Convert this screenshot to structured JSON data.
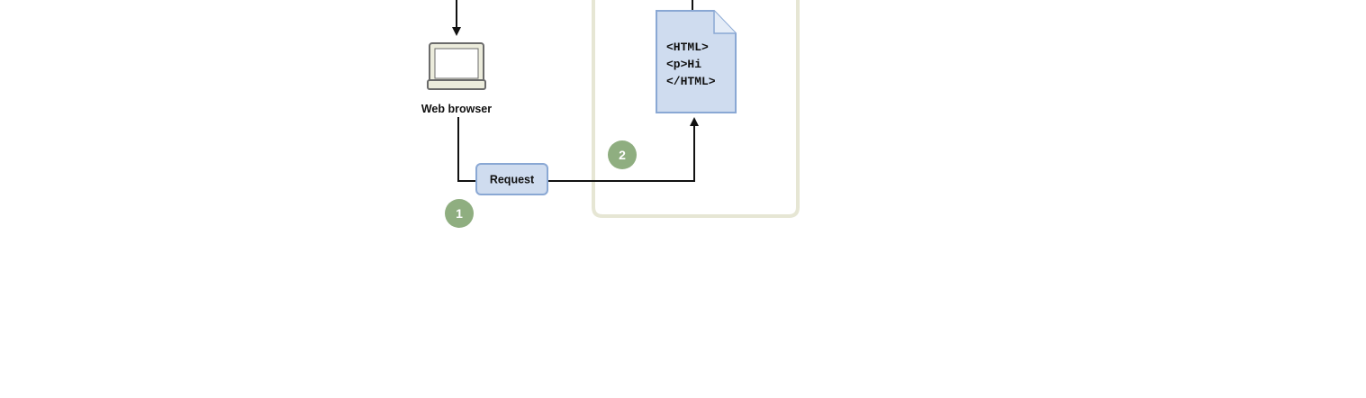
{
  "colors": {
    "line": "#111111",
    "server_border": "#e6e6d4",
    "doc_fill": "#cfdcef",
    "doc_border": "#8aa8d4",
    "badge": "#8fae80",
    "laptop_fill": "#ececdc",
    "laptop_border": "#6b6b6b"
  },
  "browser": {
    "label": "Web browser",
    "icon": "laptop-icon"
  },
  "request": {
    "label": "Request"
  },
  "steps": [
    "1",
    "2"
  ],
  "document": {
    "icon": "html-document-icon",
    "lines": [
      "<HTML>",
      "<p>Hi",
      "</HTML>"
    ]
  }
}
